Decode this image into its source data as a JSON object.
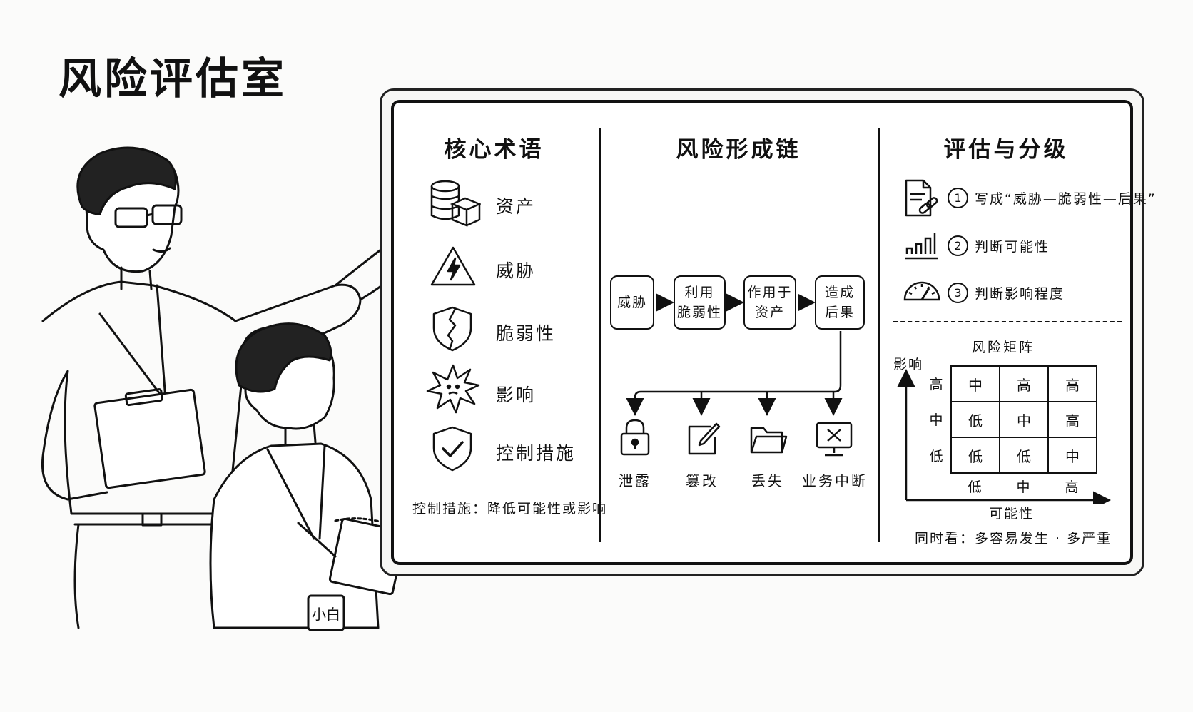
{
  "page_title": "风险评估室",
  "characters": {
    "student_badge": "小白"
  },
  "core_terms": {
    "title": "核心术语",
    "items": [
      {
        "label": "资产",
        "icon": "database-box-icon"
      },
      {
        "label": "威胁",
        "icon": "warning-lightning-icon"
      },
      {
        "label": "脆弱性",
        "icon": "cracked-shield-icon"
      },
      {
        "label": "影响",
        "icon": "explosion-icon"
      },
      {
        "label": "控制措施",
        "icon": "check-shield-icon"
      }
    ],
    "note": "控制措施：降低可能性或影响"
  },
  "risk_chain": {
    "title": "风险形成链",
    "steps": [
      "威胁",
      "利用\n脆弱性",
      "作用于\n资产",
      "造成\n后果"
    ],
    "consequences": [
      {
        "label": "泄露",
        "icon": "padlock-icon"
      },
      {
        "label": "篡改",
        "icon": "pencil-edit-icon"
      },
      {
        "label": "丢失",
        "icon": "folder-icon"
      },
      {
        "label": "业务中断",
        "icon": "monitor-x-icon"
      }
    ]
  },
  "assessment": {
    "title": "评估与分级",
    "steps": [
      {
        "num": "1",
        "text": "写成“威胁—脆弱性—后果”",
        "icon": "document-link-icon"
      },
      {
        "num": "2",
        "text": "判断可能性",
        "icon": "bar-chart-icon"
      },
      {
        "num": "3",
        "text": "判断影响程度",
        "icon": "gauge-icon"
      }
    ],
    "matrix": {
      "title": "风险矩阵",
      "y_axis_label": "影响",
      "x_axis_label": "可能性",
      "row_labels": [
        "高",
        "中",
        "低"
      ],
      "col_labels": [
        "低",
        "中",
        "高"
      ],
      "cells": [
        [
          "中",
          "高",
          "高"
        ],
        [
          "低",
          "中",
          "高"
        ],
        [
          "低",
          "低",
          "中"
        ]
      ]
    },
    "footer": "同时看：多容易发生 · 多严重"
  }
}
